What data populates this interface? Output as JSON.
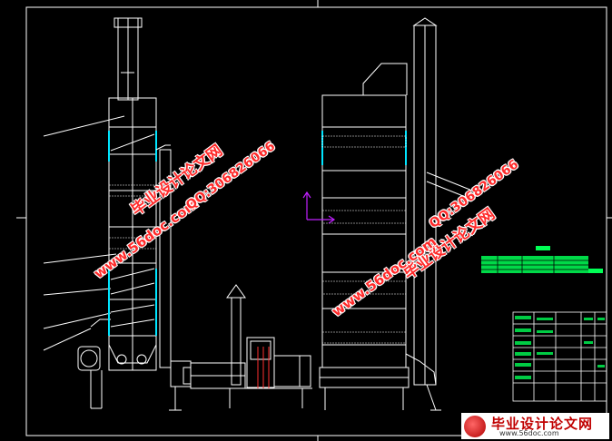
{
  "watermarks": {
    "site_cn": "毕业设计论文网",
    "domain": "www.56doc.com",
    "qq": "QQ:306826066"
  },
  "footer_logo": {
    "title": "毕业设计论文网",
    "url": "www.56doc.com"
  },
  "colors": {
    "background": "#000000",
    "line": "#ffffff",
    "accent_cyan": "#00e5ff",
    "table_green": "#00ff55",
    "arrow_magenta": "#c020ff",
    "watermark_red": "#ff2a2a",
    "hatch_red": "#ff3030"
  }
}
